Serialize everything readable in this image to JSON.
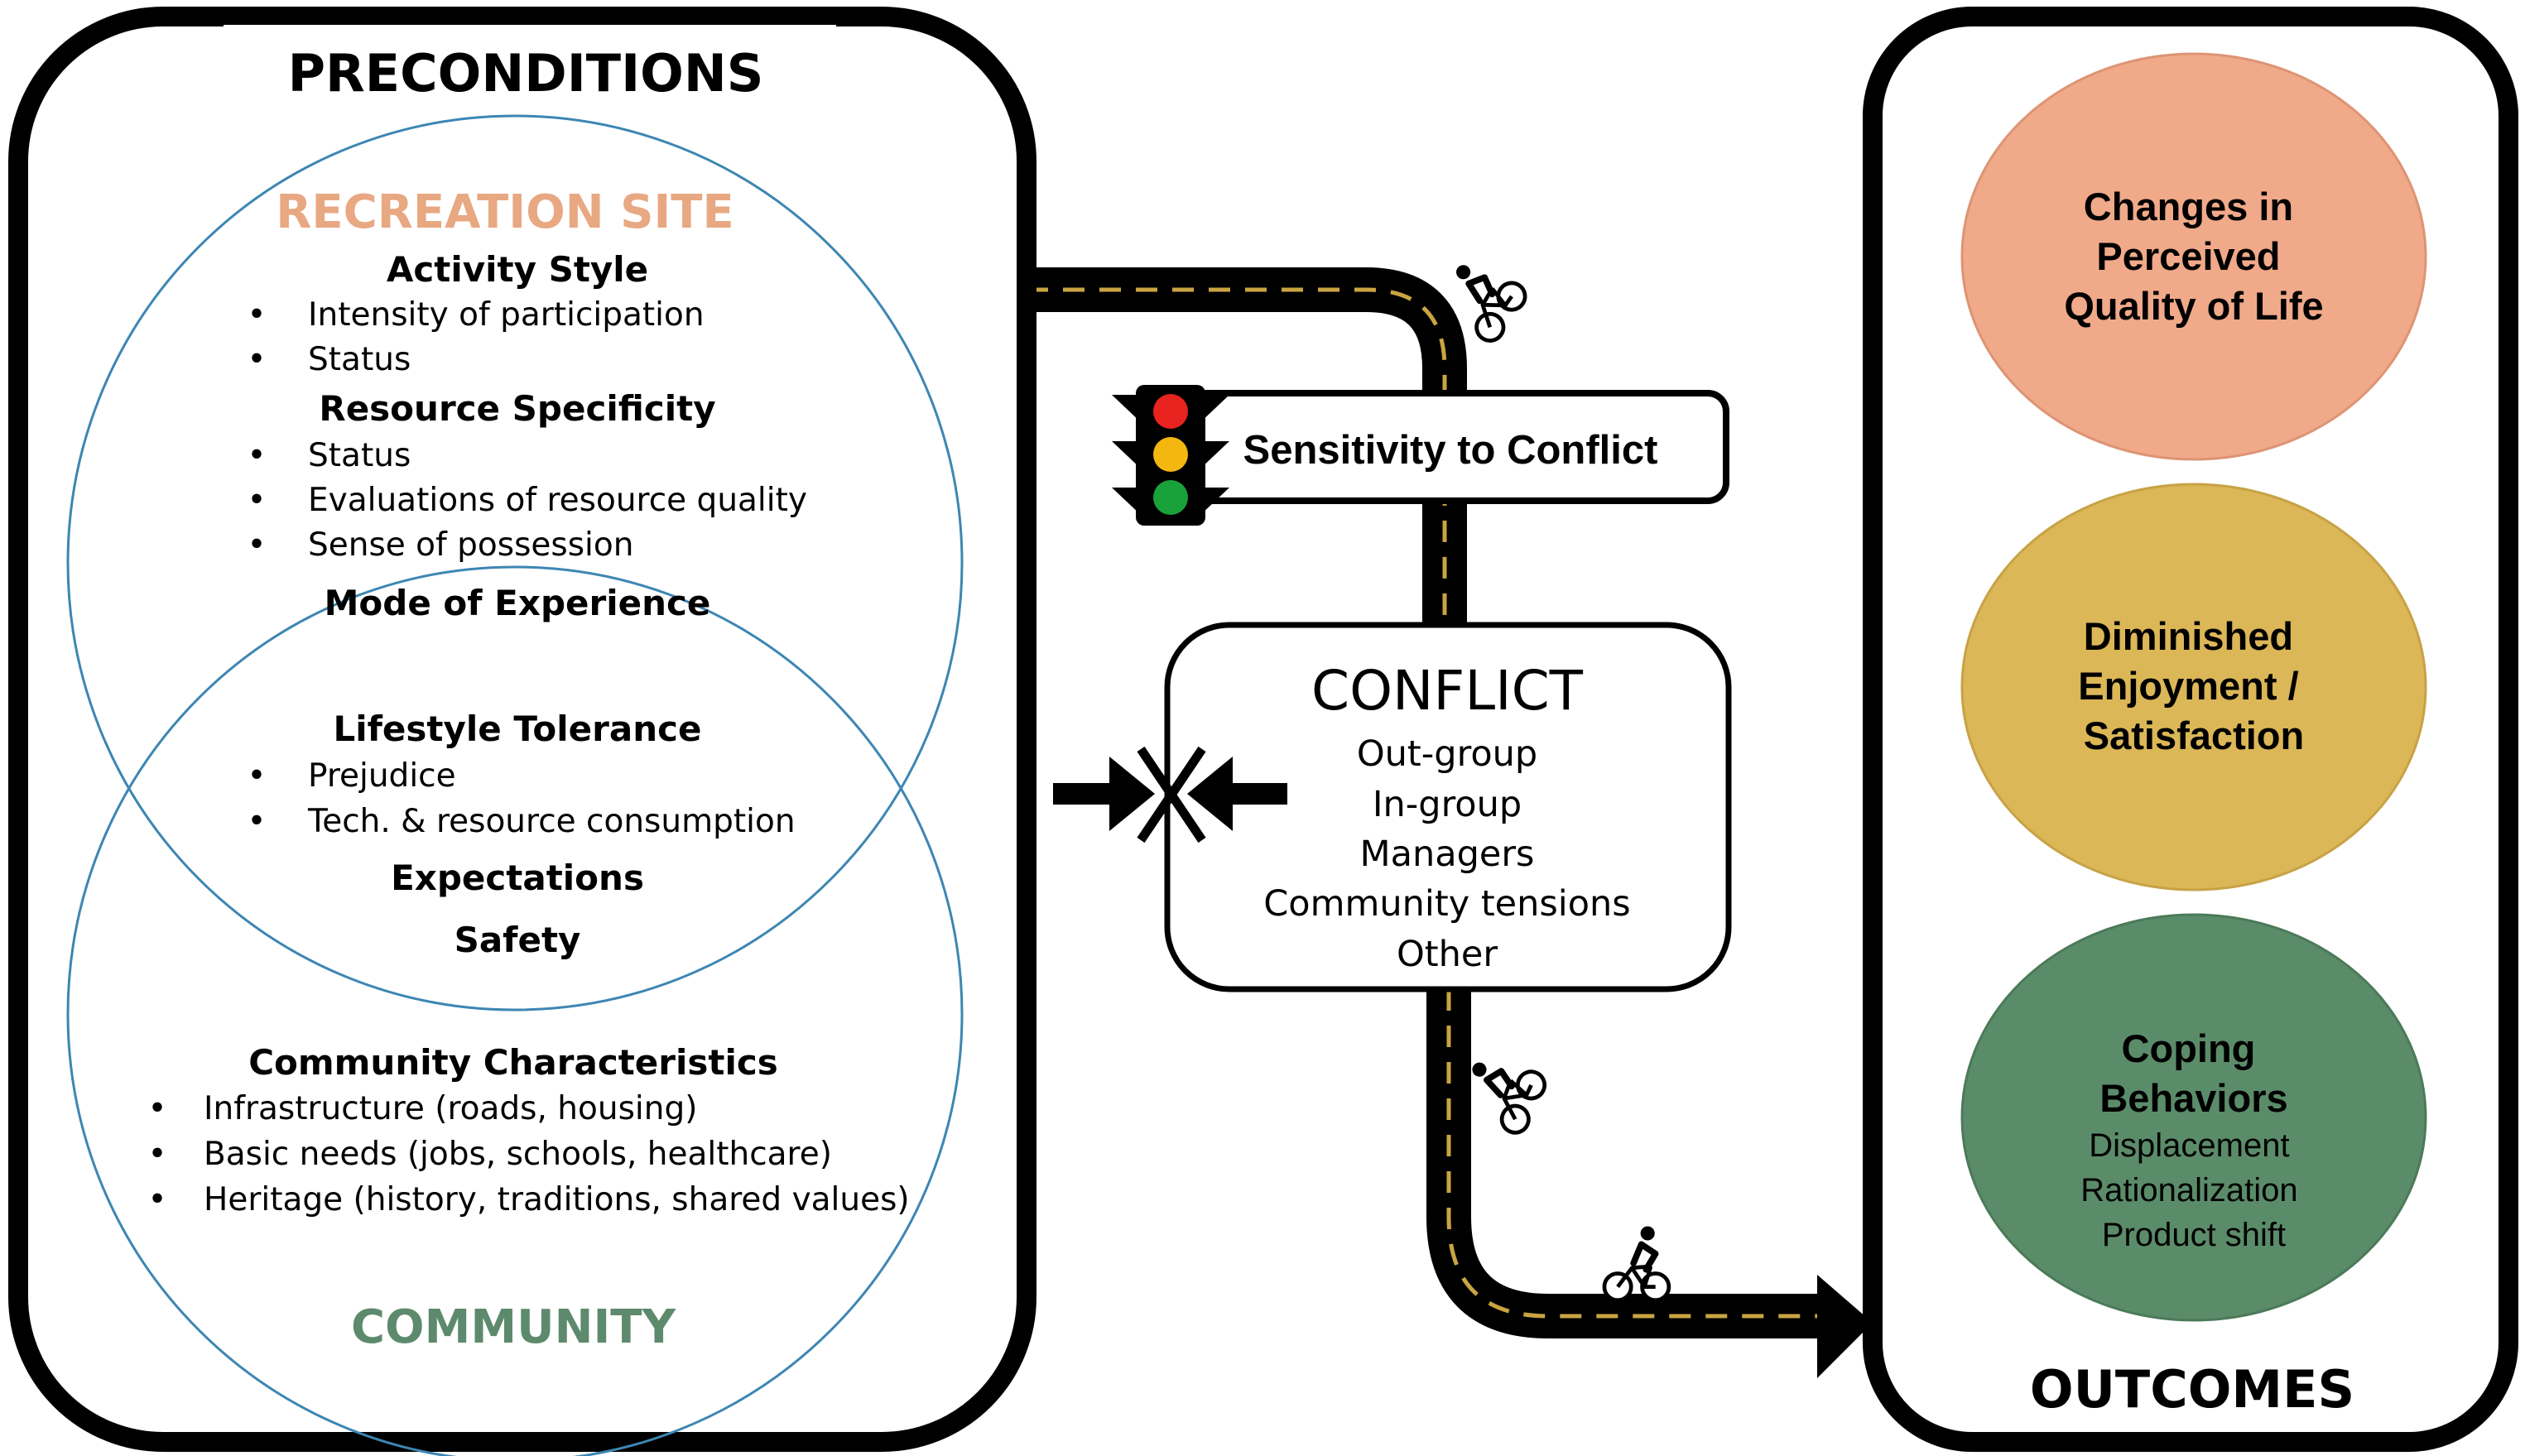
{
  "preconditions": {
    "title": "PRECONDITIONS",
    "recreation_site": {
      "label": "RECREATION SITE",
      "activity_style": {
        "heading": "Activity Style",
        "items": [
          "Intensity of participation",
          "Status"
        ]
      },
      "resource_specificity": {
        "heading": "Resource Specificity",
        "items": [
          "Status",
          "Evaluations of resource quality",
          "Sense of possession"
        ]
      },
      "mode_of_experience": {
        "heading": "Mode of Experience"
      }
    },
    "overlap": {
      "lifestyle_tolerance": {
        "heading": "Lifestyle Tolerance",
        "items": [
          "Prejudice",
          "Tech. & resource consumption"
        ]
      },
      "expectations": "Expectations",
      "safety": "Safety"
    },
    "community": {
      "label": "COMMUNITY",
      "characteristics": {
        "heading": "Community Characteristics",
        "items": [
          "Infrastructure (roads, housing)",
          "Basic needs (jobs, schools, healthcare)",
          "Heritage (history, traditions, shared values)"
        ]
      }
    }
  },
  "sensitivity": {
    "label": "Sensitivity to Conflict"
  },
  "conflict": {
    "title": "CONFLICT",
    "items": [
      "Out-group",
      "In-group",
      "Managers",
      "Community tensions",
      "Other"
    ]
  },
  "outcomes": {
    "title": "OUTCOMES",
    "circles": [
      {
        "title_lines": [
          "Changes in",
          "Perceived",
          "Quality of Life"
        ],
        "sub_lines": [],
        "color": "#f0a989"
      },
      {
        "title_lines": [
          "Diminished",
          "Enjoyment /",
          "Satisfaction"
        ],
        "sub_lines": [],
        "color": "#dcb757"
      },
      {
        "title_lines": [
          "Coping",
          "Behaviors"
        ],
        "sub_lines": [
          "Displacement",
          "Rationalization",
          "Product shift"
        ],
        "color": "#5b8c6a"
      }
    ]
  },
  "colors": {
    "recreation_site": "#e8a882",
    "community": "#5d8a6d",
    "venn_stroke": "#3d86b3",
    "road": "#000000",
    "road_dash": "#c9a441",
    "traffic_red": "#e8231f",
    "traffic_yellow": "#f3b70f",
    "traffic_green": "#19a23a"
  },
  "icons": [
    "cyclist-icon",
    "traffic-light-icon",
    "clash-arrows-icon"
  ]
}
